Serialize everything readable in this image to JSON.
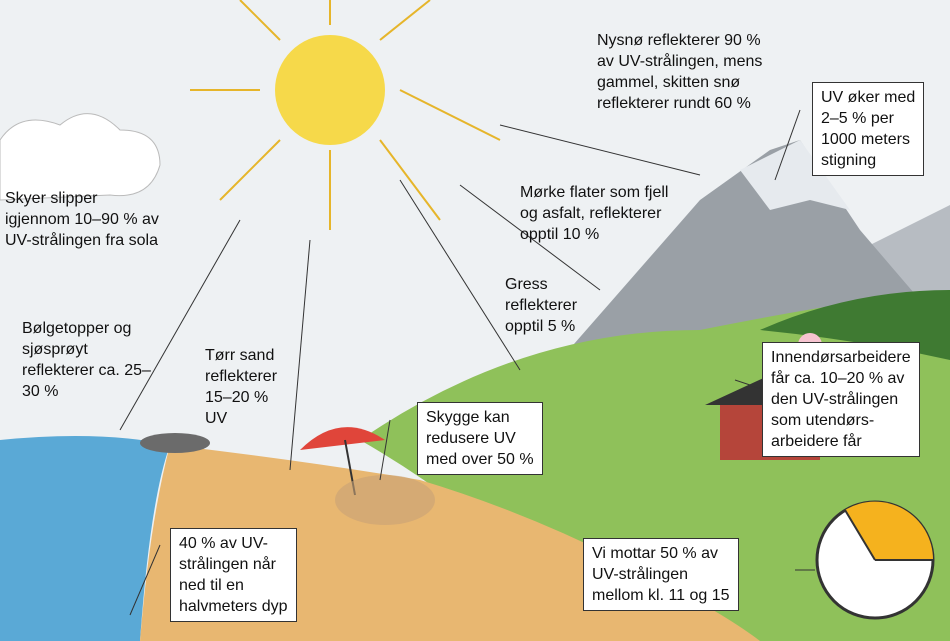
{
  "labels": {
    "snow": "Nysnø reflekterer 90 %\nav UV-strålingen, mens\ngammel, skitten snø\nreflekterer rundt 60 %",
    "altitude": "UV øker med\n2–5 % per\n1000 meters\nstigning",
    "dark_surfaces": "Mørke flater som fjell\nog asfalt, reflekterer\nopptil 10 %",
    "clouds": "Skyer slipper\nigjennom 10–90 % av\nUV-strålingen fra sola",
    "grass": "Gress\nreflekterer\nopptil 5 %",
    "waves": "Bølgetopper og\nsjøsprøyt\nreflekterer ca. 25–\n30 %",
    "sand": "Tørr sand\nreflekterer\n15–20 %\nUV",
    "shade": "Skygge kan\nredusere UV\nmed over 50 %",
    "indoor": "Innendørsarbeidere\nfår ca. 10–20 % av\nden UV-strålingen\nsom utendørs-\narbeidere får",
    "water_depth": "40 % av UV-\nstrålingen når\nned til en\nhalvmeters dyp",
    "midday": "Vi mottar 50 % av\nUV-strålingen\nmellom kl. 11 og 15"
  },
  "clock": {
    "highlight_from_hour": 11,
    "highlight_to_hour": 15,
    "color": "#f5b21e"
  },
  "colors": {
    "sky": "#eef1f3",
    "sun": "#f6d94a",
    "sea": "#5aa9d6",
    "sand": "#e8b771",
    "grass": "#8fc15a",
    "mountain": "#9aa0a6"
  }
}
